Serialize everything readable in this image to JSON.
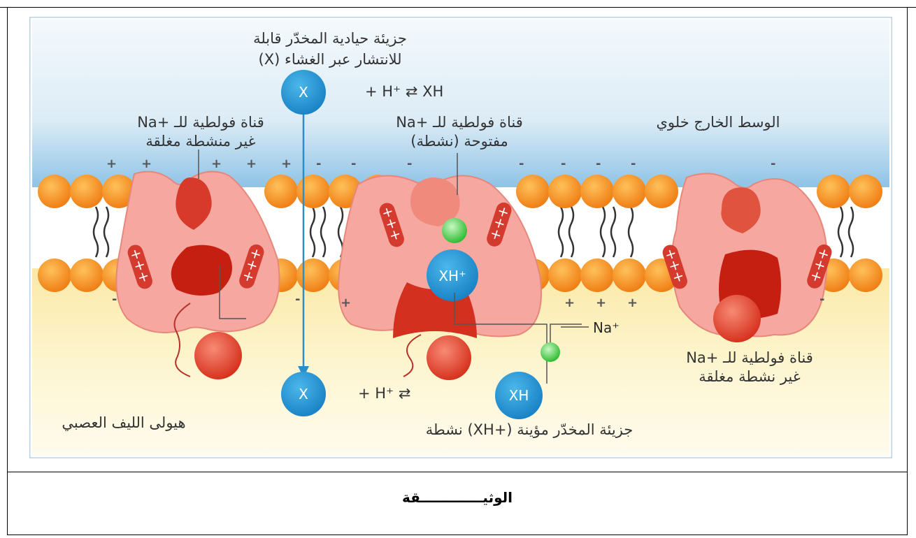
{
  "figure": {
    "labels": {
      "neutral_molecule_line1": "جزيئة حيادية المخدّر قابلة",
      "neutral_molecule_line2": "للانتشار عبر الغشاء (X)",
      "closed_channel_left_line1": "قناة فولطية للـ +Na",
      "closed_channel_left_line2": "غير منشطة مغلقة",
      "open_channel_line1": "قناة فولطية للـ +Na",
      "open_channel_line2": "مفتوحة (نشطة)",
      "extracellular": "الوسط الخارج خلوي",
      "sodium_ion": "Na⁺",
      "closed_channel_right_line1": "قناة فولطية للـ +Na",
      "closed_channel_right_line2": "غير نشطة مغلقة",
      "axoplasm": "هيولى الليف العصبي",
      "ionized_molecule": "جزيئة المخدّر مؤينة (+XH) نشطة"
    },
    "equations": {
      "top": "+ H⁺ ⇄ XH",
      "bottom": "+ H⁺ ⇄"
    },
    "molecules": {
      "x": "X",
      "xh": "XH",
      "xh_plus": "XH⁺"
    },
    "charges": {
      "plus": "+",
      "minus": "-"
    }
  },
  "caption": "الوثيـــــــــــــقة"
}
